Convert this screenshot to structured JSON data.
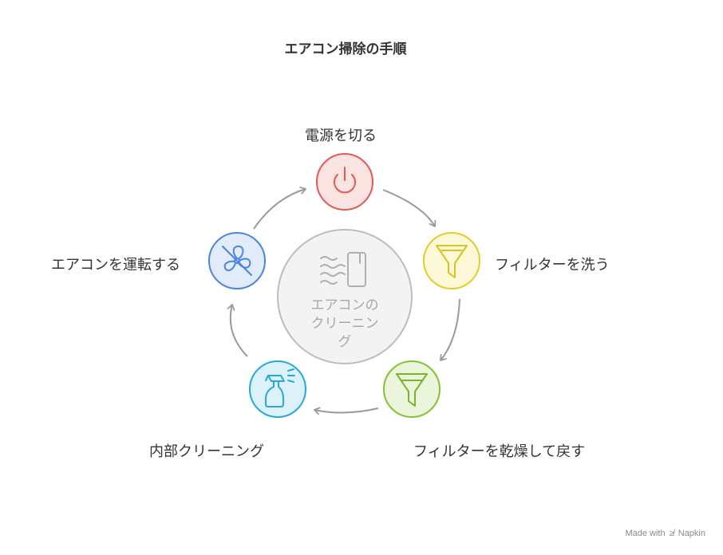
{
  "title": "エアコン掃除の手順",
  "center": {
    "label": "エアコンのクリーニング",
    "icon": "air-conditioner-icon"
  },
  "steps": [
    {
      "label": "電源を切る",
      "icon": "power-icon",
      "color": "#e05a55",
      "fill": "#fbe3e2"
    },
    {
      "label": "フィルターを洗う",
      "icon": "funnel-icon",
      "color": "#e2cd2a",
      "fill": "#fdf8d7"
    },
    {
      "label": "フィルターを乾燥して戻す",
      "icon": "funnel-icon",
      "color": "#84c232",
      "fill": "#eaf5dc"
    },
    {
      "label": "内部クリーニング",
      "icon": "spray-bottle-icon",
      "color": "#27a9d8",
      "fill": "#dcf1f9"
    },
    {
      "label": "エアコンを運転する",
      "icon": "fan-off-icon",
      "color": "#4a86e0",
      "fill": "#e1ebfa"
    }
  ],
  "branding": {
    "prefix": "Made with",
    "name": "Napkin"
  }
}
